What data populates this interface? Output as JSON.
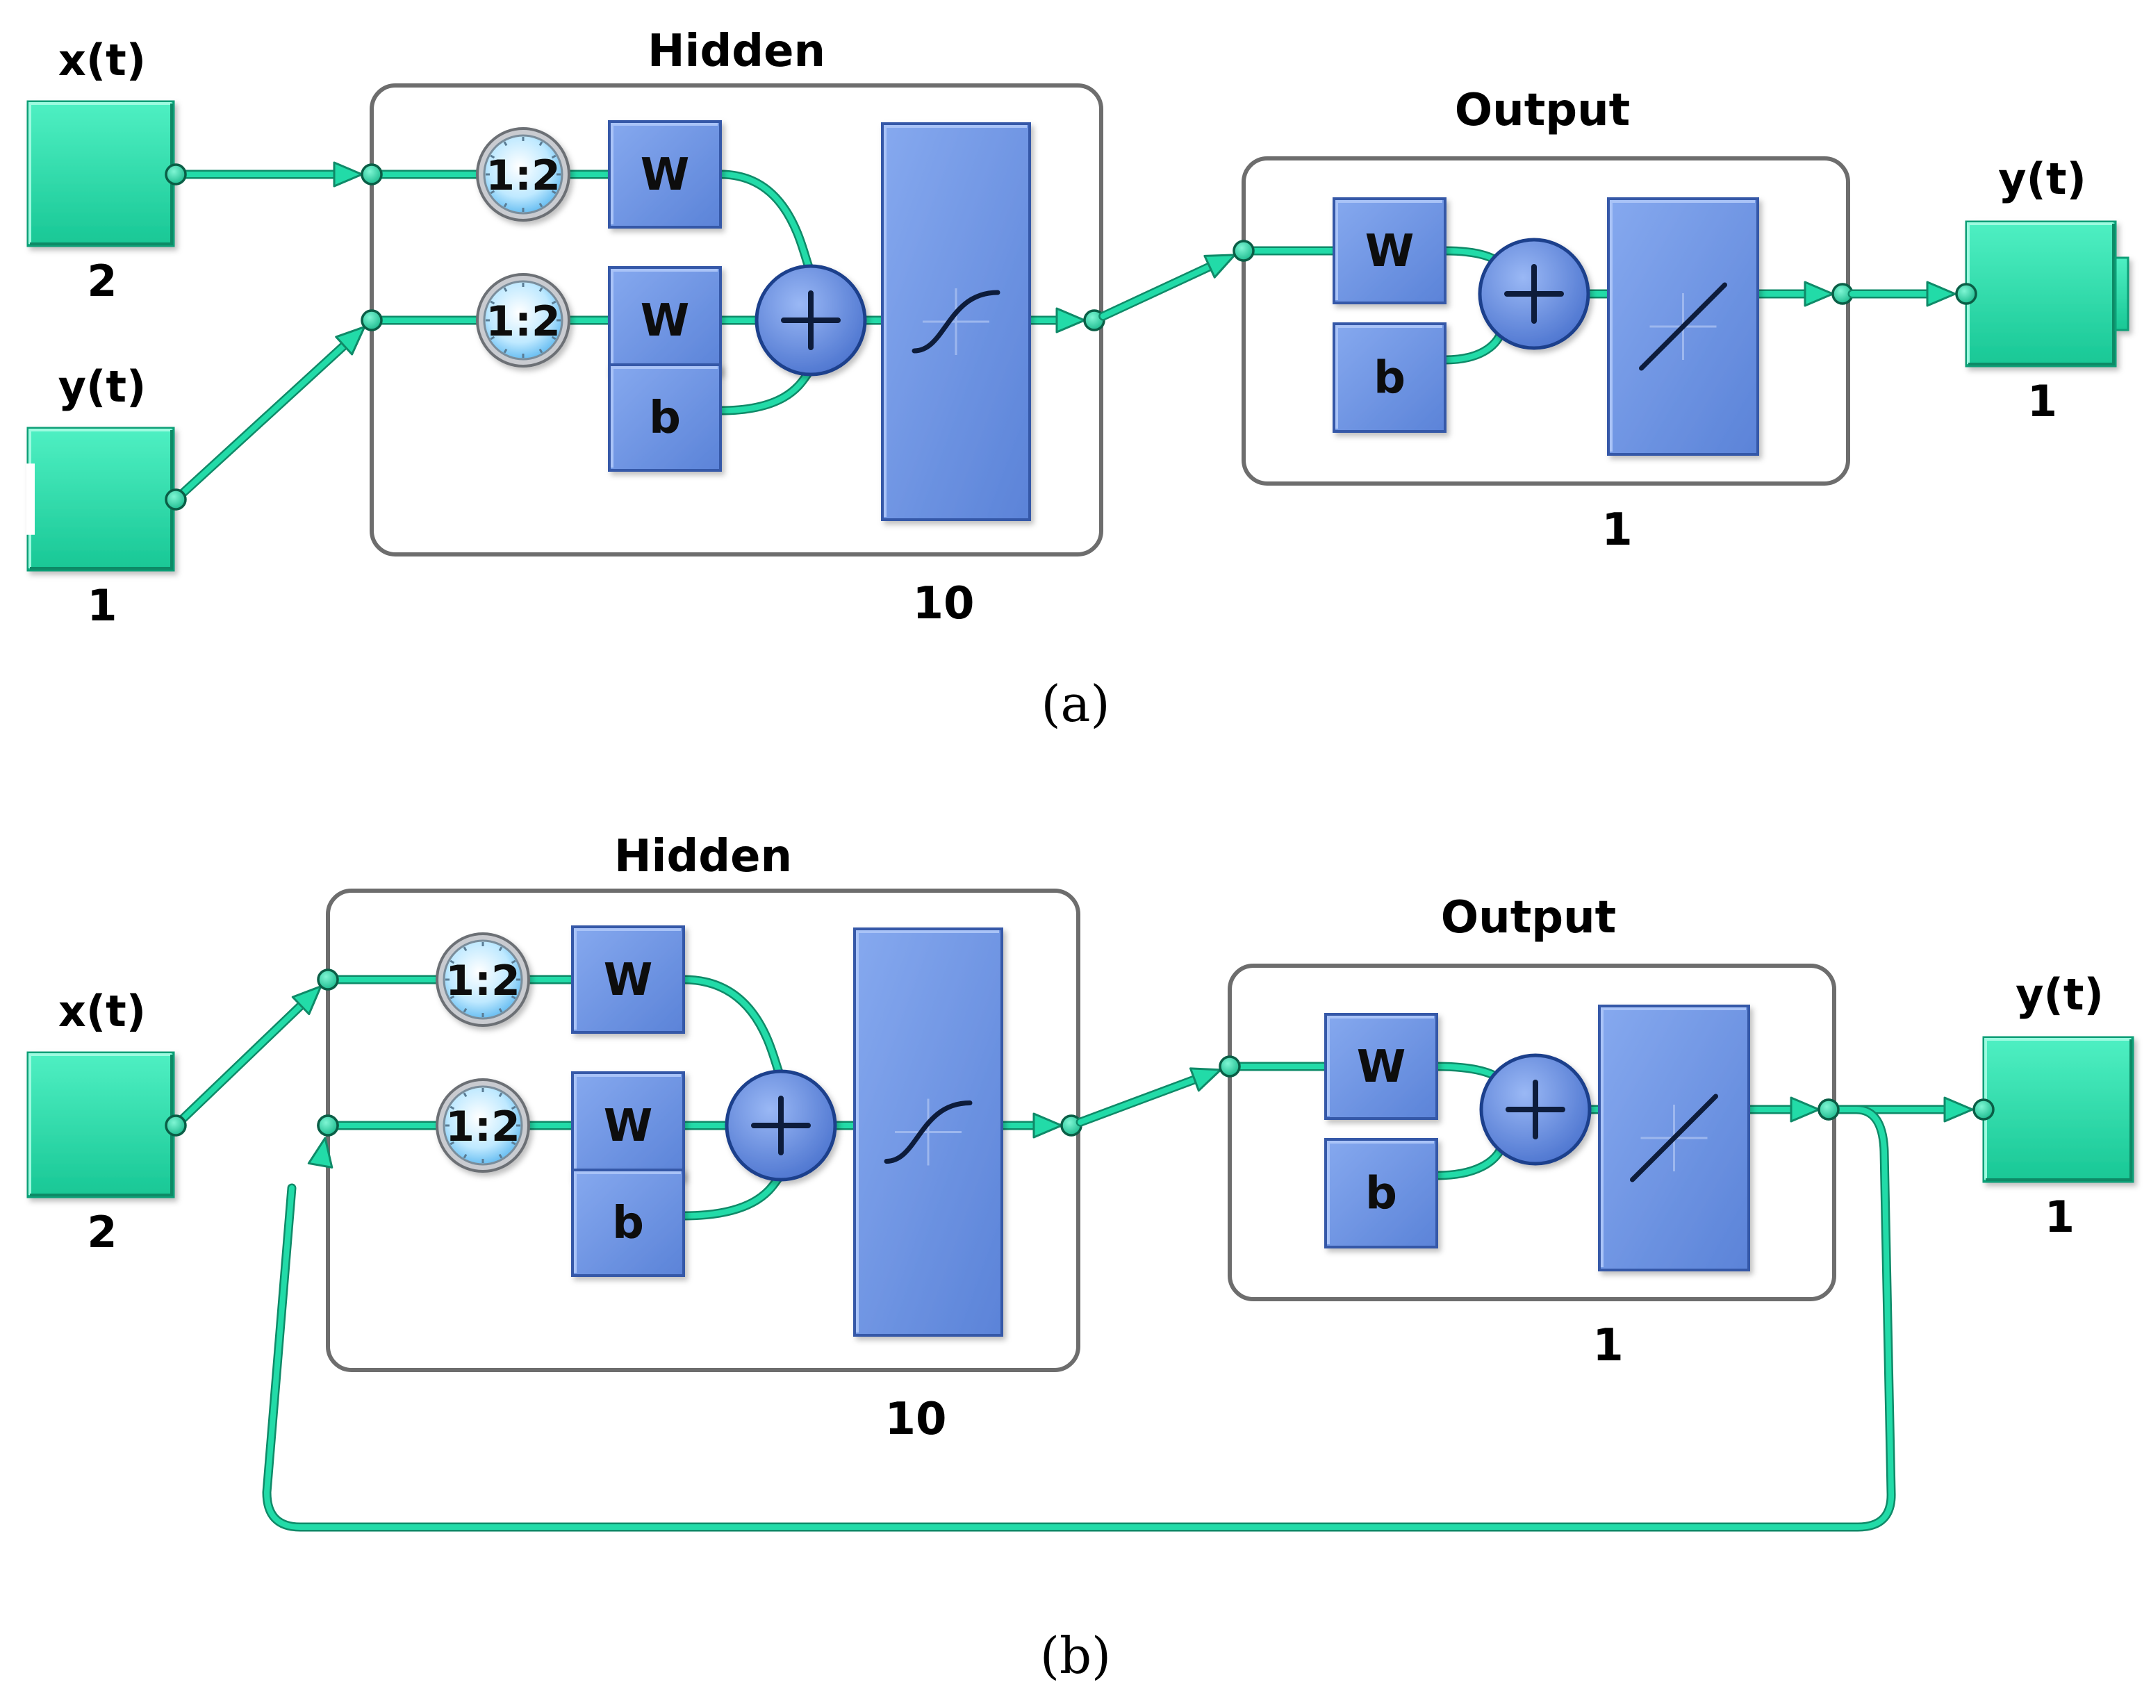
{
  "diagrams": [
    {
      "caption": "(a)",
      "input_x": {
        "name": "x(t)",
        "size": "2"
      },
      "input_y": {
        "name": "y(t)",
        "size": "1"
      },
      "hidden": {
        "title": "Hidden",
        "size": "10",
        "delay_label": "1:2",
        "weight_label": "W",
        "bias_label": "b",
        "transfer": "tansig"
      },
      "output_layer": {
        "title": "Output",
        "size": "1",
        "weight_label": "W",
        "bias_label": "b",
        "transfer": "purelin"
      },
      "output": {
        "name": "y(t)",
        "size": "1"
      },
      "loop": "open"
    },
    {
      "caption": "(b)",
      "input_x": {
        "name": "x(t)",
        "size": "2"
      },
      "hidden": {
        "title": "Hidden",
        "size": "10",
        "delay_label": "1:2",
        "weight_label": "W",
        "bias_label": "b",
        "transfer": "tansig"
      },
      "output_layer": {
        "title": "Output",
        "size": "1",
        "weight_label": "W",
        "bias_label": "b",
        "transfer": "purelin"
      },
      "output": {
        "name": "y(t)",
        "size": "1"
      },
      "loop": "closed"
    }
  ],
  "colors": {
    "teal": "#22dba8",
    "teal_dark": "#0f8a68",
    "block_blue": "#6b93e2",
    "block_edge": "#3458a8",
    "frame": "#6d6d6d"
  }
}
